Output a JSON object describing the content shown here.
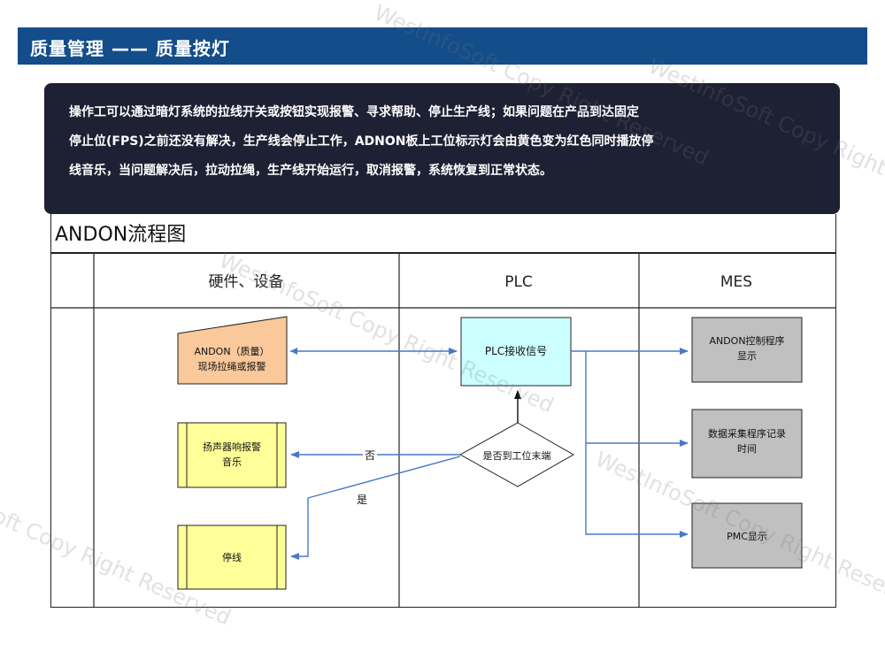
{
  "header": {
    "title": "质量管理 —— 质量按灯"
  },
  "description": {
    "lines": [
      "操作工可以通过暗灯系统的拉线开关或按钮实现报警、寻求帮助、停止生产线；如果问题在产品到达固定",
      "停止位(FPS)之前还没有解决，生产线会停止工作，ADNON板上工位标示灯会由黄色变为红色同时播放停",
      "线音乐，当问题解决后，拉动拉绳，生产线开始运行，取消报警，系统恢复到正常状态。"
    ]
  },
  "flowchart": {
    "title": "ANDON流程图",
    "lanes": [
      "硬件、设备",
      "PLC",
      "MES"
    ],
    "nodes": {
      "andon_pull": [
        "ANDON（质量）",
        "现场拉绳或报警"
      ],
      "plc_receive": "PLC接收信号",
      "speaker": [
        "扬声器响报警",
        "音乐"
      ],
      "stop_line": "停线",
      "decision": "是否到工位末端",
      "mes_display": [
        "ANDON控制程序",
        "显示"
      ],
      "data_collect": [
        "数据采集程序记录",
        "时间"
      ],
      "pmc_display": "PMC显示"
    },
    "edge_labels": {
      "no": "否",
      "yes": "是"
    },
    "colors": {
      "andon_fill": "#f9c89b",
      "plc_fill": "#ccffff",
      "speaker_fill": "#ffff99",
      "mes_fill": "#c0c0c0",
      "arrow": "#4a78c8"
    }
  },
  "watermark": "WestInfoSoft Copy Right Reserved"
}
